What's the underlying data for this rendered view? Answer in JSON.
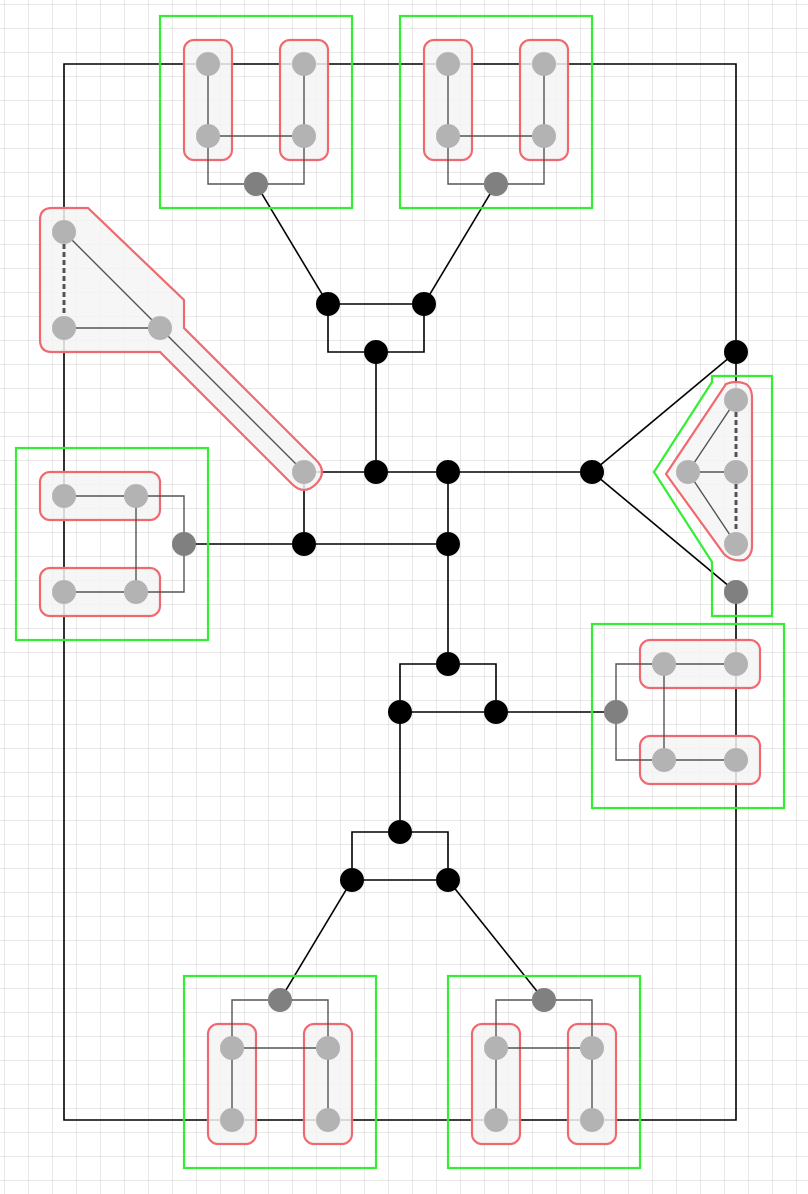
{
  "diagram": {
    "grid": true,
    "colors": {
      "background": "#ffffff",
      "grid": "#d0d0d0",
      "wire": "#000000",
      "junction": "#000000",
      "port": "#808080",
      "terminal": "#b3b3b3",
      "component_outline": "#ee6a6f",
      "component_fill": "#f3f4f3",
      "group_outline": "#33ee33",
      "internal_edge": "#555555"
    },
    "groups": [
      {
        "id": "group-top-left",
        "label": ""
      },
      {
        "id": "group-top-right",
        "label": ""
      },
      {
        "id": "group-left",
        "label": ""
      },
      {
        "id": "group-right-triangle",
        "label": ""
      },
      {
        "id": "group-right",
        "label": ""
      },
      {
        "id": "group-bottom-left",
        "label": ""
      },
      {
        "id": "group-bottom-right",
        "label": ""
      }
    ],
    "components": [
      {
        "id": "component-top-left-a",
        "shape": "vertical-capsule"
      },
      {
        "id": "component-top-left-b",
        "shape": "vertical-capsule"
      },
      {
        "id": "component-top-right-a",
        "shape": "vertical-capsule"
      },
      {
        "id": "component-top-right-b",
        "shape": "vertical-capsule"
      },
      {
        "id": "component-diagonal",
        "shape": "triangle-with-arm"
      },
      {
        "id": "component-left-a",
        "shape": "horizontal-capsule"
      },
      {
        "id": "component-left-b",
        "shape": "horizontal-capsule"
      },
      {
        "id": "component-right-triangle",
        "shape": "triangle"
      },
      {
        "id": "component-right-a",
        "shape": "horizontal-capsule"
      },
      {
        "id": "component-right-b",
        "shape": "horizontal-capsule"
      },
      {
        "id": "component-bottom-left-a",
        "shape": "vertical-capsule"
      },
      {
        "id": "component-bottom-left-b",
        "shape": "vertical-capsule"
      },
      {
        "id": "component-bottom-right-a",
        "shape": "vertical-capsule"
      },
      {
        "id": "component-bottom-right-b",
        "shape": "vertical-capsule"
      }
    ]
  }
}
